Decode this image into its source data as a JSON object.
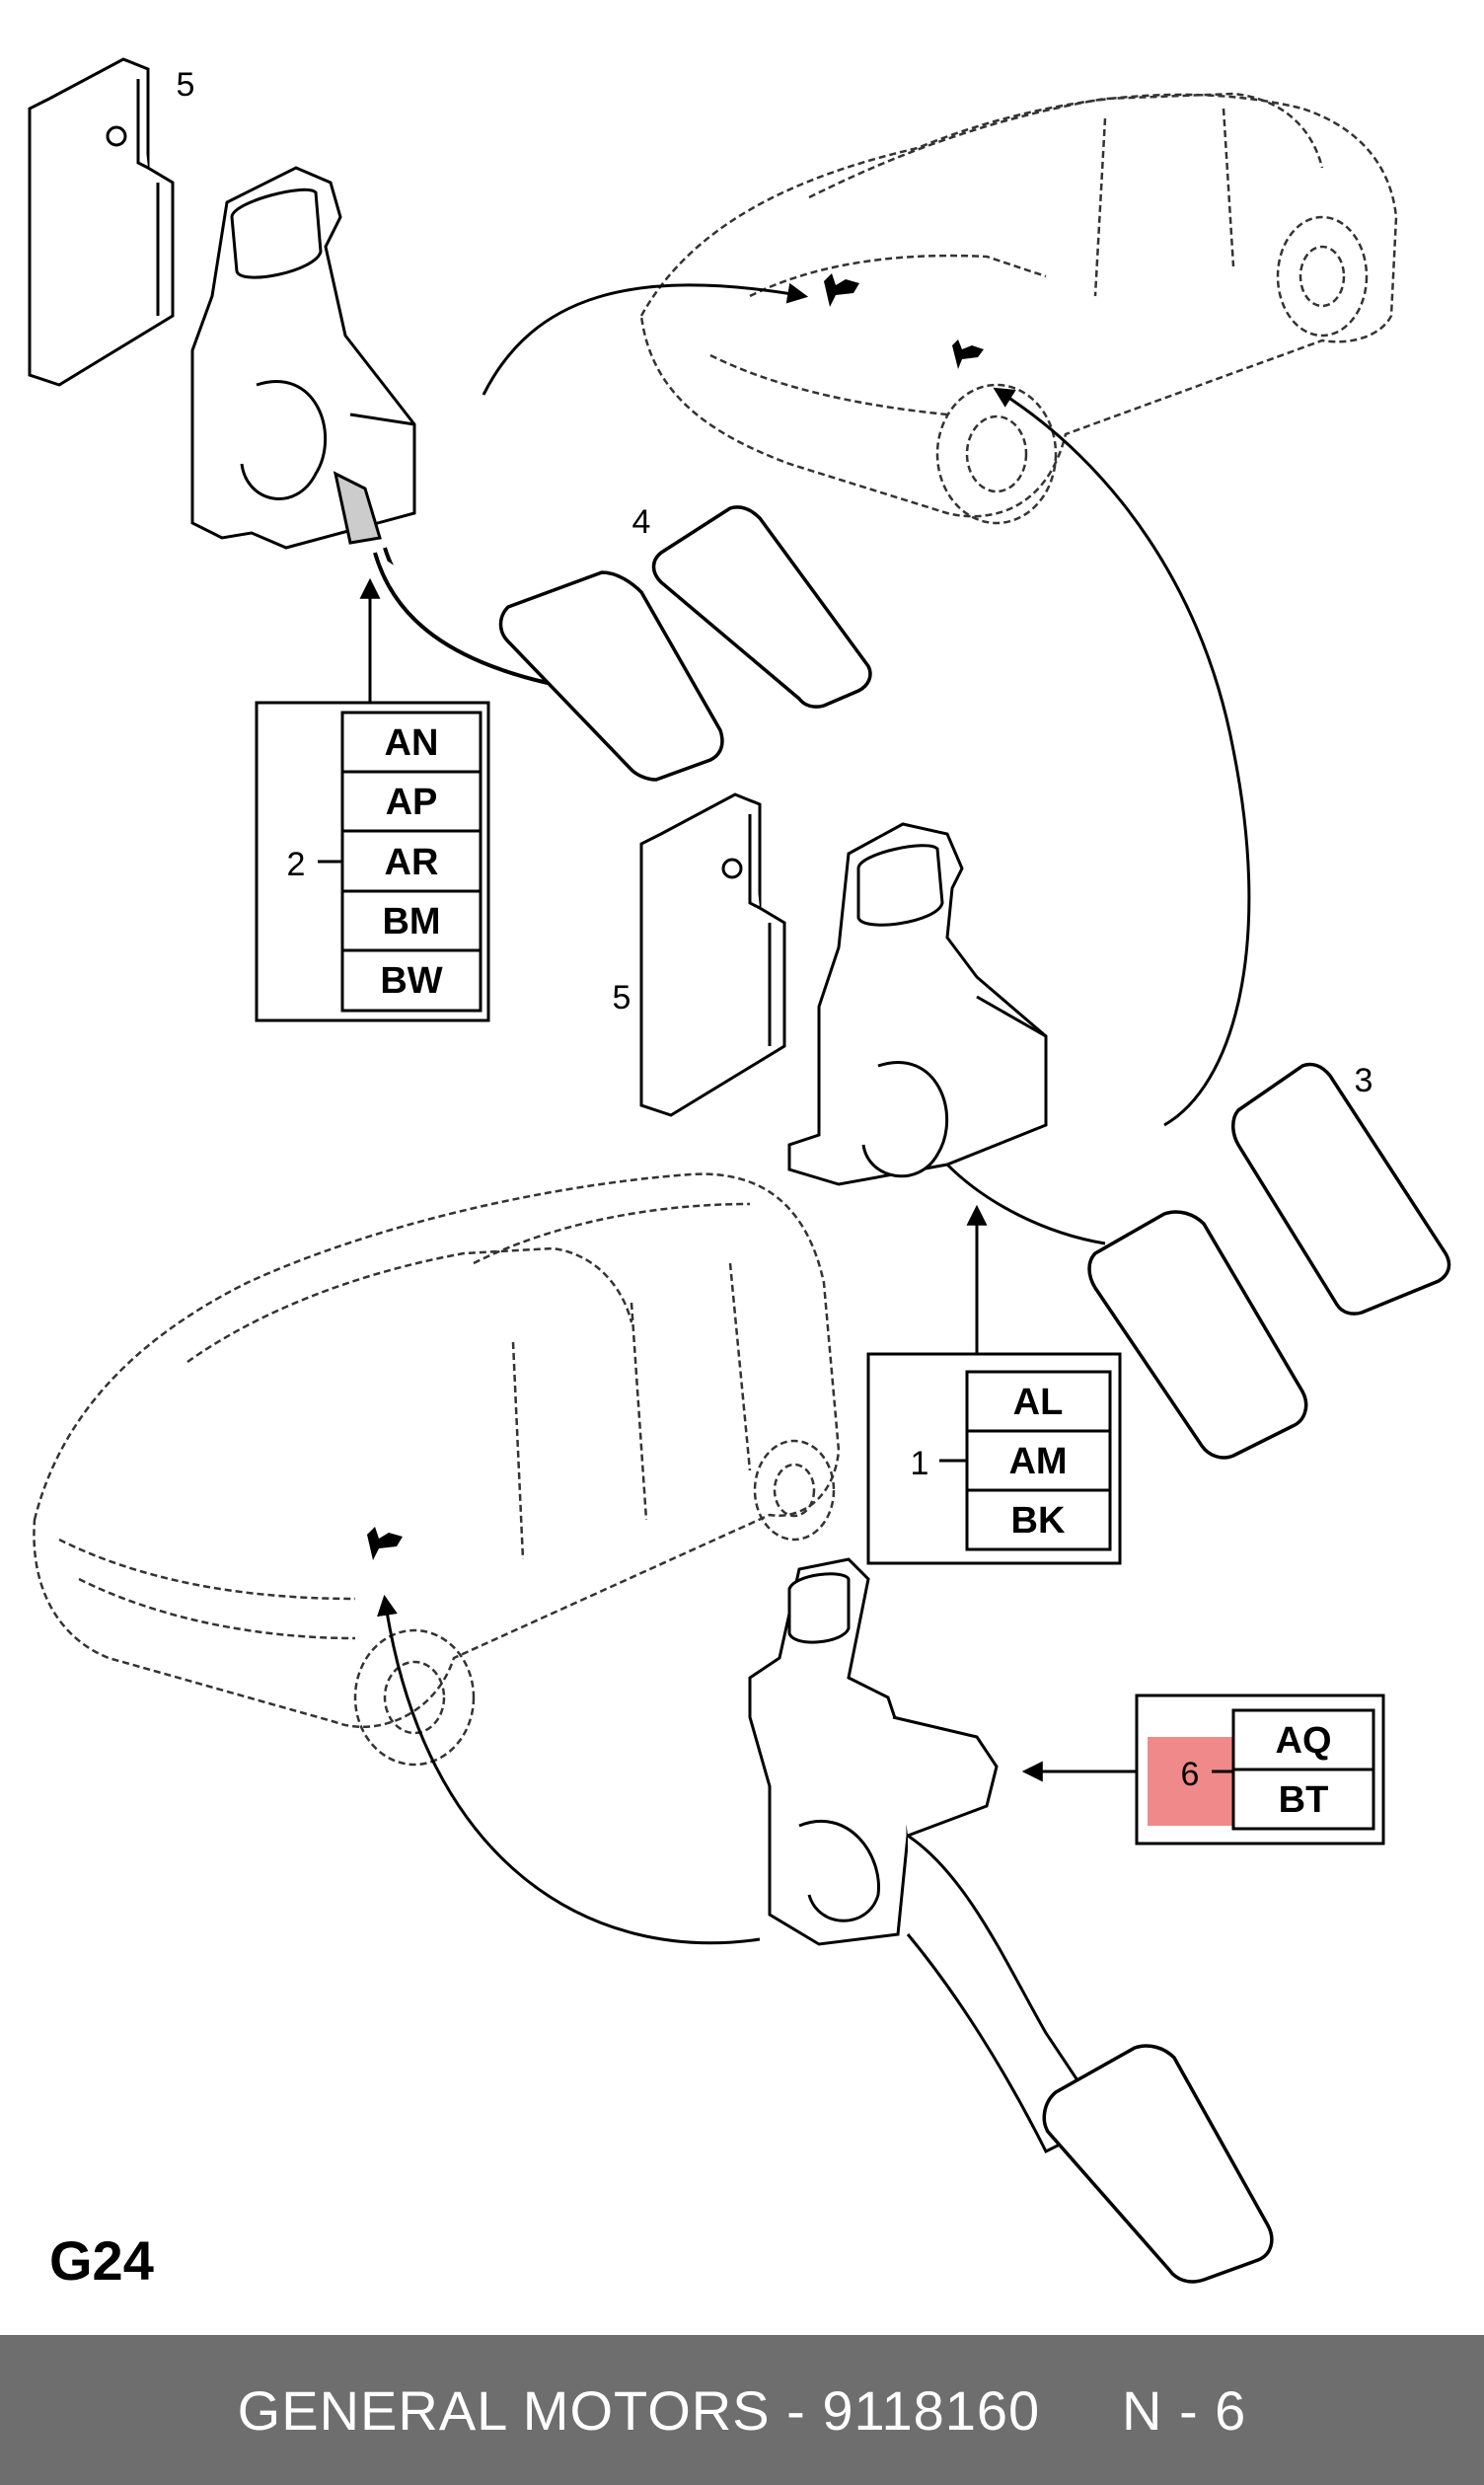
{
  "diagram": {
    "page_code": "G24",
    "callouts": [
      {
        "number": "1",
        "codes": [
          "AL",
          "AM",
          "BK"
        ]
      },
      {
        "number": "2",
        "codes": [
          "AN",
          "AP",
          "AR",
          "BM",
          "BW"
        ]
      },
      {
        "number": "3"
      },
      {
        "number": "4"
      },
      {
        "number": "5"
      },
      {
        "number": "5"
      },
      {
        "number": "6",
        "codes": [
          "AQ",
          "BT"
        ],
        "highlight_color": "#f08a8a"
      }
    ]
  },
  "footer": {
    "brand": "GENERAL MOTORS",
    "part_number": "9118160",
    "page_ref": "N - 6",
    "text": "GENERAL MOTORS - 9118160     N - 6",
    "background_color": "#6e6e6e"
  }
}
